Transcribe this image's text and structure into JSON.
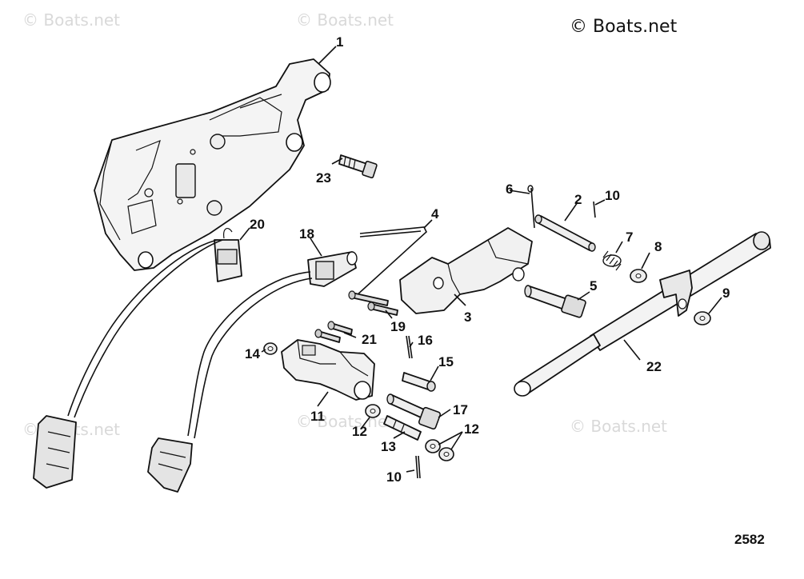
{
  "copyright": "© Boats.net",
  "watermark": "© Boats.net",
  "figure_number": "2582",
  "callouts": {
    "c1": "1",
    "c2": "2",
    "c3": "3",
    "c4": "4",
    "c5": "5",
    "c6": "6",
    "c7": "7",
    "c8": "8",
    "c9": "9",
    "c10a": "10",
    "c10b": "10",
    "c11": "11",
    "c12a": "12",
    "c12b": "12",
    "c13": "13",
    "c14": "14",
    "c15": "15",
    "c16": "16",
    "c17": "17",
    "c18": "18",
    "c19": "19",
    "c20": "20",
    "c21": "21",
    "c22": "22",
    "c23": "23"
  }
}
